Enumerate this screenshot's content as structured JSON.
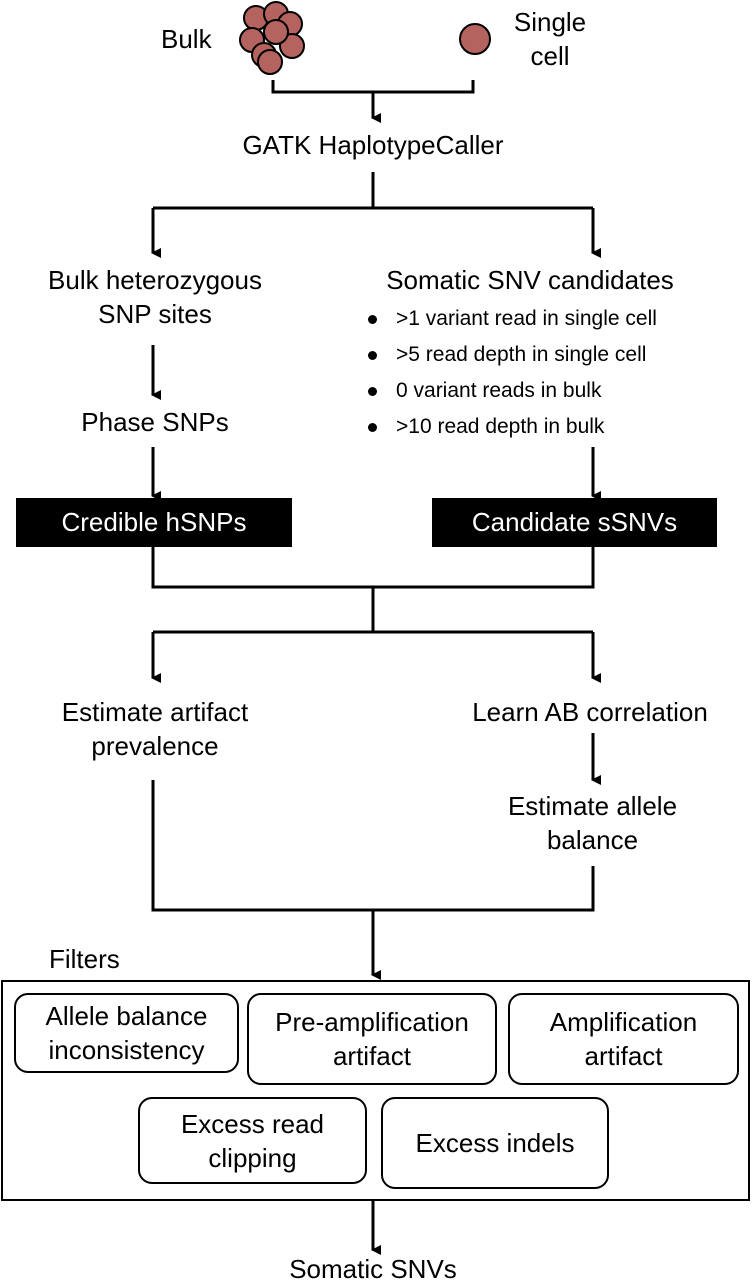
{
  "sources": {
    "bulk": "Bulk",
    "single_cell_line1": "Single",
    "single_cell_line2": "cell",
    "cell_color": "#b5635e"
  },
  "caller": "GATK HaplotypeCaller",
  "left": {
    "hsnp_line1": "Bulk heterozygous",
    "hsnp_line2": "SNP sites",
    "phase": "Phase SNPs",
    "credible": "Credible hSNPs"
  },
  "right": {
    "title": "Somatic SNV candidates",
    "criteria": [
      ">1 variant read in single cell",
      ">5 read depth in single cell",
      "0 variant reads in bulk",
      ">10 read depth in bulk"
    ],
    "candidate": "Candidate sSNVs"
  },
  "stage2": {
    "artifact_line1": "Estimate artifact",
    "artifact_line2": "prevalence",
    "learn": "Learn AB correlation",
    "allele_line1": "Estimate allele",
    "allele_line2": "balance"
  },
  "filters": {
    "label": "Filters",
    "items": [
      {
        "line1": "Allele balance",
        "line2": "inconsistency"
      },
      {
        "line1": "Pre-amplification",
        "line2": "artifact"
      },
      {
        "line1": "Amplification",
        "line2": "artifact"
      },
      {
        "line1": "Excess read",
        "line2": "clipping"
      },
      {
        "line1": "Excess indels",
        "line2": ""
      }
    ]
  },
  "output": "Somatic SNVs"
}
